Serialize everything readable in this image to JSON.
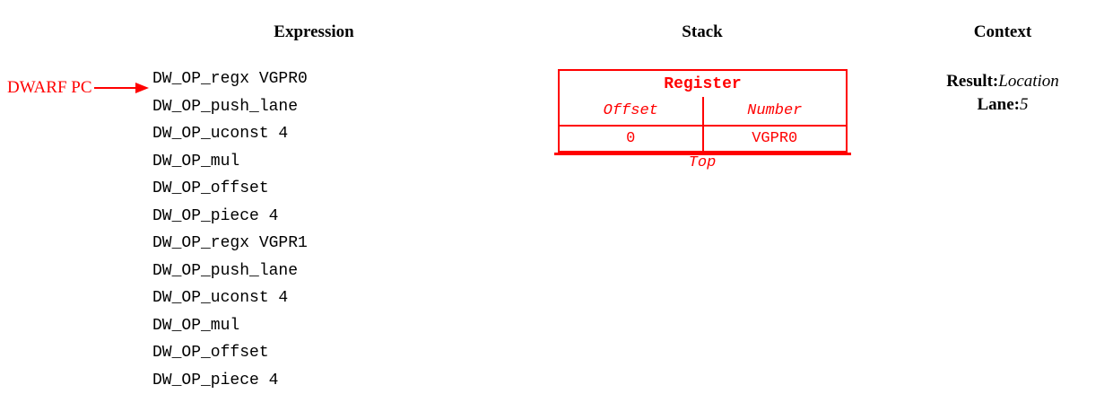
{
  "headings": {
    "expression": "Expression",
    "stack": "Stack",
    "context": "Context"
  },
  "pointer": {
    "label": "DWARF PC",
    "icon": "arrow-right-icon",
    "color": "#ff0000",
    "targets_line_index": 1
  },
  "expression": {
    "lines": [
      "DW_OP_regx VGPR0",
      "DW_OP_push_lane",
      "DW_OP_uconst 4",
      "DW_OP_mul",
      "DW_OP_offset",
      "DW_OP_piece 4",
      "DW_OP_regx VGPR1",
      "DW_OP_push_lane",
      "DW_OP_uconst 4",
      "DW_OP_mul",
      "DW_OP_offset",
      "DW_OP_piece 4"
    ]
  },
  "stack": {
    "color": "#ff0000",
    "entry_title": "Register",
    "columns": [
      "Offset",
      "Number"
    ],
    "rows": [
      {
        "offset": "0",
        "number": "VGPR0"
      }
    ],
    "top_label": "Top"
  },
  "context": {
    "entries": [
      {
        "key": "Result:",
        "value": "Location"
      },
      {
        "key": "Lane:",
        "value": "5"
      }
    ]
  }
}
